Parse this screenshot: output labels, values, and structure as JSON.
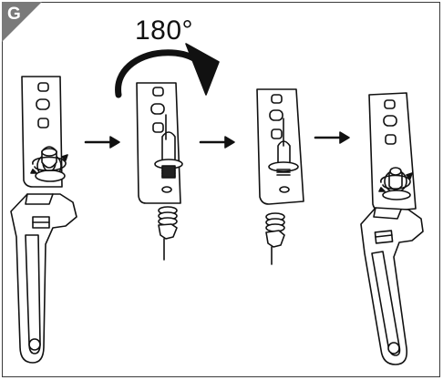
{
  "figure": {
    "badge": {
      "letter": "G",
      "color": "#7a7a7a"
    },
    "rotation": {
      "label": "180°",
      "direction": "clockwise"
    },
    "steps": [
      {
        "step": 1,
        "tool": "wrench",
        "arrow_after": true
      },
      {
        "step": 2,
        "tool": "none",
        "arrow_after": true
      },
      {
        "step": 3,
        "tool": "none",
        "arrow_after": true
      },
      {
        "step": 4,
        "tool": "wrench",
        "arrow_after": false
      }
    ],
    "line_color": "#111111"
  }
}
